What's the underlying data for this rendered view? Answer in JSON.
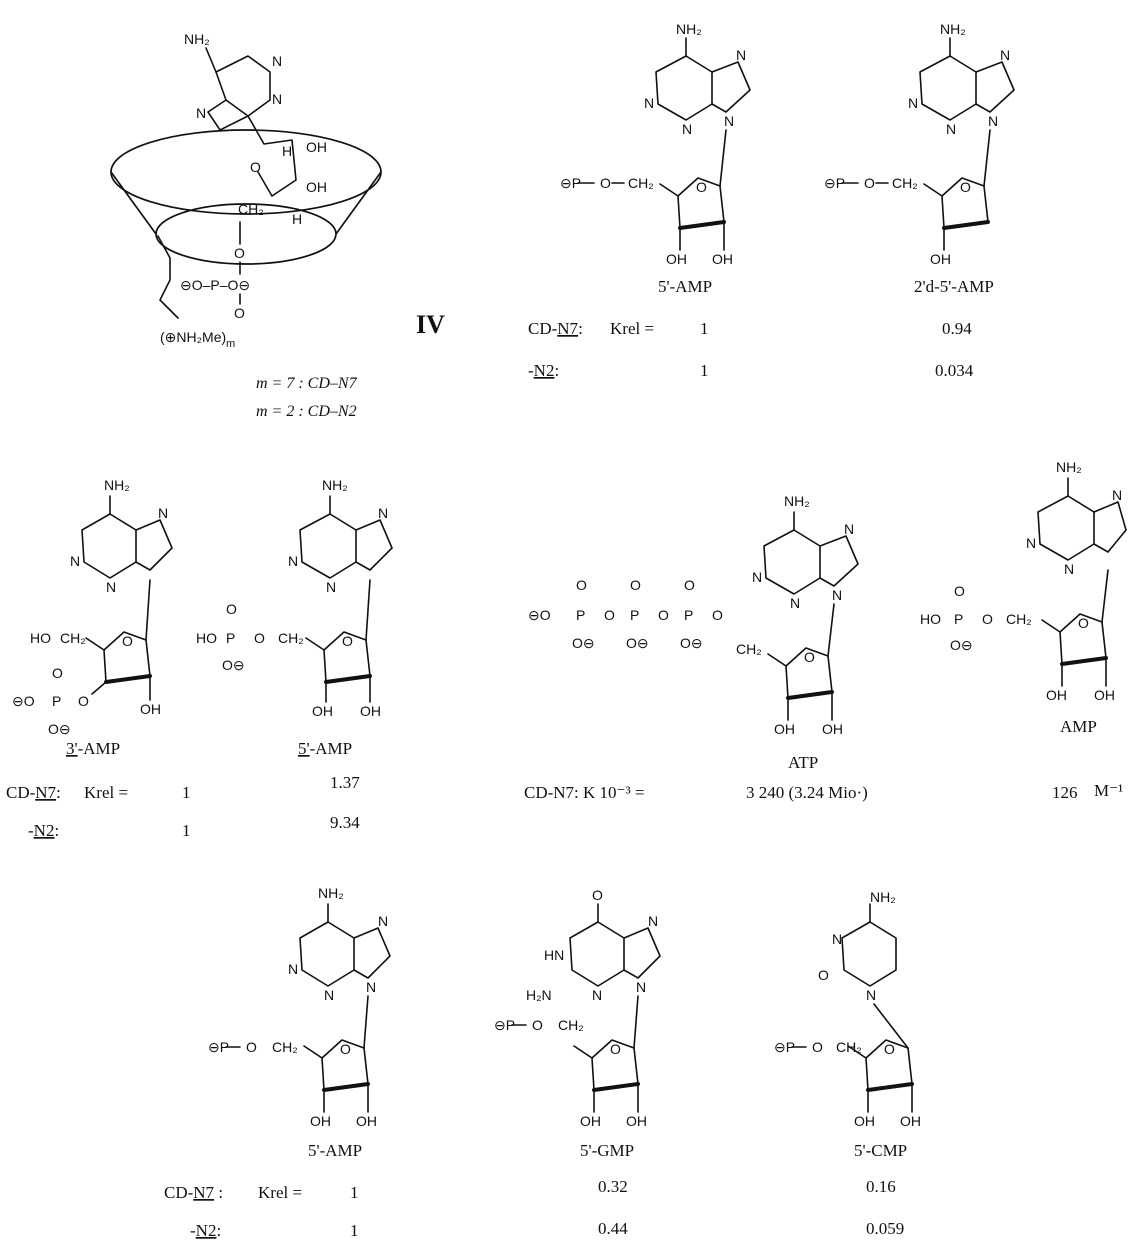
{
  "host": {
    "label": "IV",
    "substituent": "(⊕NH₂Me)",
    "substituent_sub": "m",
    "variants": [
      "m = 7 : CD–N7",
      "m = 2 : CD–N2"
    ],
    "phosphate": "⊖O–P–O⊖",
    "oxo": "O"
  },
  "atoms": {
    "nh2": "NH₂",
    "n": "N",
    "o": "O",
    "oh": "OH",
    "ho": "HO",
    "h": "H",
    "ch2": "CH₂",
    "p": "P",
    "pminus": "⊖P",
    "ominus": "O⊖",
    "minuso": "⊖O",
    "hn": "HN",
    "h2n": "H₂N"
  },
  "panel1": {
    "compounds": [
      "5'-AMP",
      "2'd-5'-AMP"
    ],
    "rows": [
      {
        "label_prefix": "CD-",
        "label_ul": "N7",
        "label_suffix": ":",
        "k": "Krel =",
        "values": [
          "1",
          "0.94"
        ]
      },
      {
        "label_prefix": "-",
        "label_ul": "N2",
        "label_suffix": ":",
        "values": [
          "1",
          "0.034"
        ]
      }
    ]
  },
  "panel2": {
    "compounds": [
      "3'-AMP",
      "5'-AMP"
    ],
    "compound_ul": [
      "3'",
      "5'"
    ],
    "rows": [
      {
        "label_prefix": "CD-",
        "label_ul": "N7",
        "label_suffix": ":",
        "k": "Krel =",
        "values": [
          "1",
          "1.37"
        ]
      },
      {
        "label_prefix": "-",
        "label_ul": "N2",
        "label_suffix": ":",
        "values": [
          "1",
          "9.34"
        ]
      }
    ]
  },
  "panel3": {
    "compounds": [
      "ATP",
      "AMP"
    ],
    "label": "CD-N7: K 10⁻³ =",
    "values": [
      "3 240 (3.24 Mio·)",
      "126"
    ],
    "unit": "M⁻¹"
  },
  "panel4": {
    "compounds": [
      "5'-AMP",
      "5'-GMP",
      "5'-CMP"
    ],
    "rows": [
      {
        "label_prefix": "CD-",
        "label_ul": "N7",
        "label_suffix": " :",
        "k": "Krel =",
        "values": [
          "1",
          "0.32",
          "0.16"
        ]
      },
      {
        "label_prefix": "-",
        "label_ul": "N2",
        "label_suffix": ":",
        "values": [
          "1",
          "0.44",
          "0.059"
        ]
      }
    ]
  }
}
